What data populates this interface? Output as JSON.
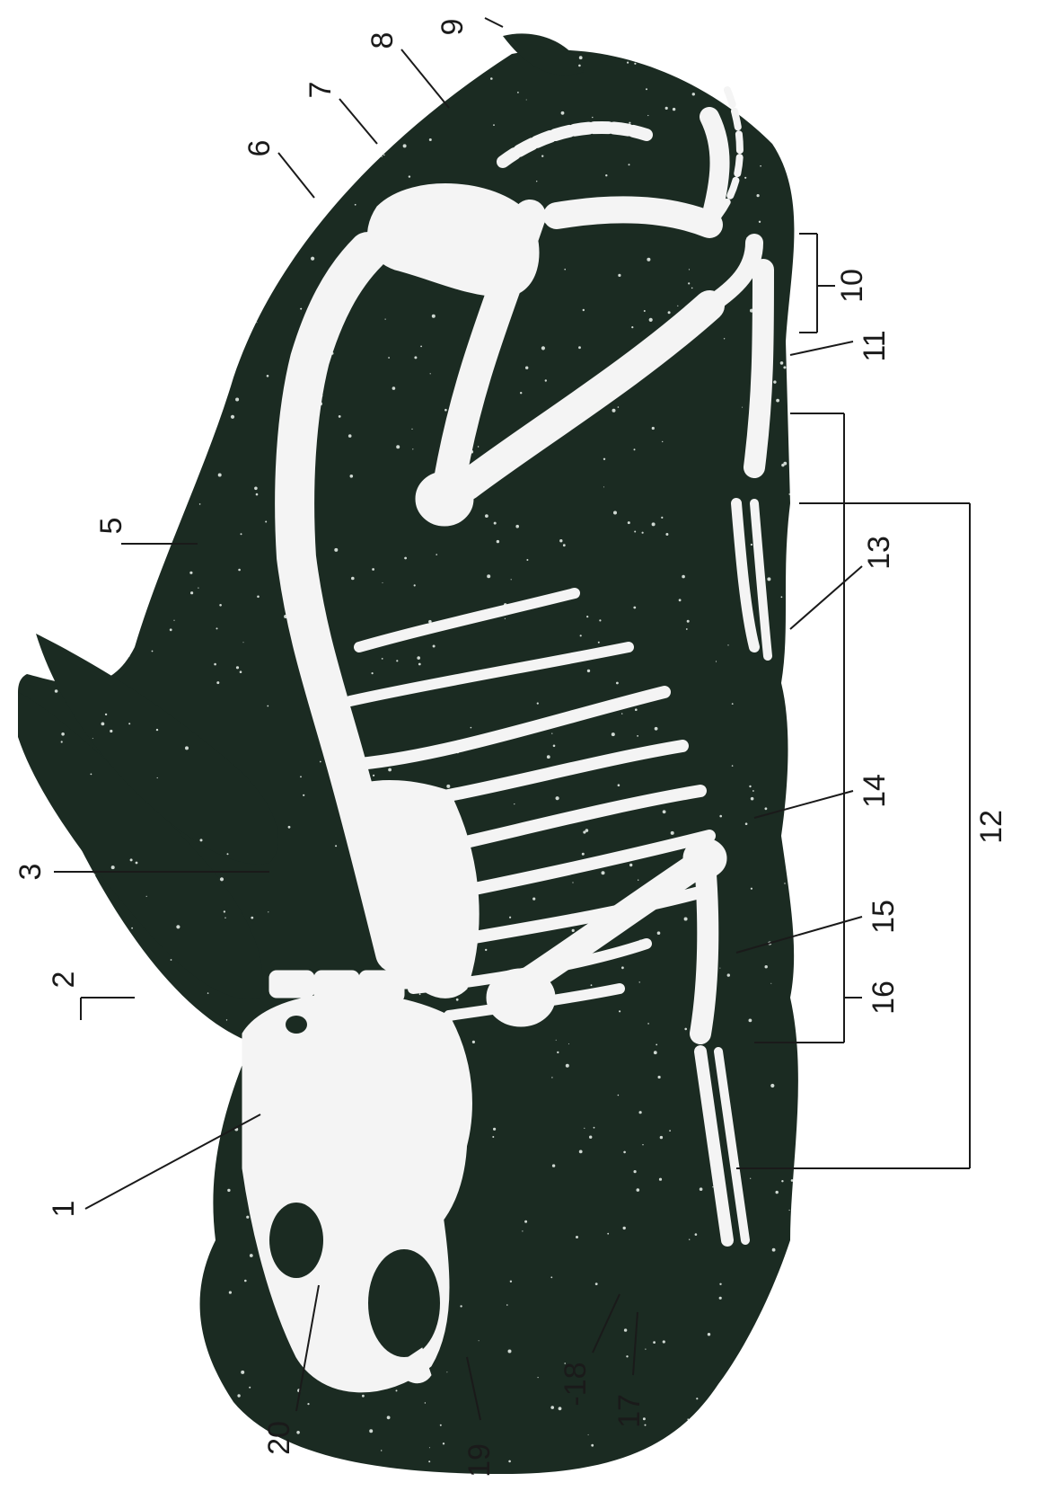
{
  "figure": {
    "description_labels": [
      "1",
      "2",
      "3",
      "5",
      "6",
      "7",
      "8",
      "9",
      "10",
      "11",
      "12",
      "13",
      "14",
      "15",
      "16",
      "17",
      "18",
      "19",
      "20"
    ],
    "colors": {
      "body": "#1b2b22",
      "bone": "#f4f4f4",
      "ink": "#1a1a1a",
      "speckle": "#cfd8d2",
      "background": "#ffffff"
    }
  },
  "labels": {
    "l1": "1",
    "l2": "2",
    "l3": "3",
    "l5": "5",
    "l6": "6",
    "l7": "7",
    "l8": "8",
    "l9": "9",
    "l10": "10",
    "l11": "11",
    "l12": "12",
    "l13": "13",
    "l14": "14",
    "l15": "15",
    "l16": "16",
    "l17": "17",
    "l18": "-18",
    "l19": "19",
    "l20": "20"
  }
}
